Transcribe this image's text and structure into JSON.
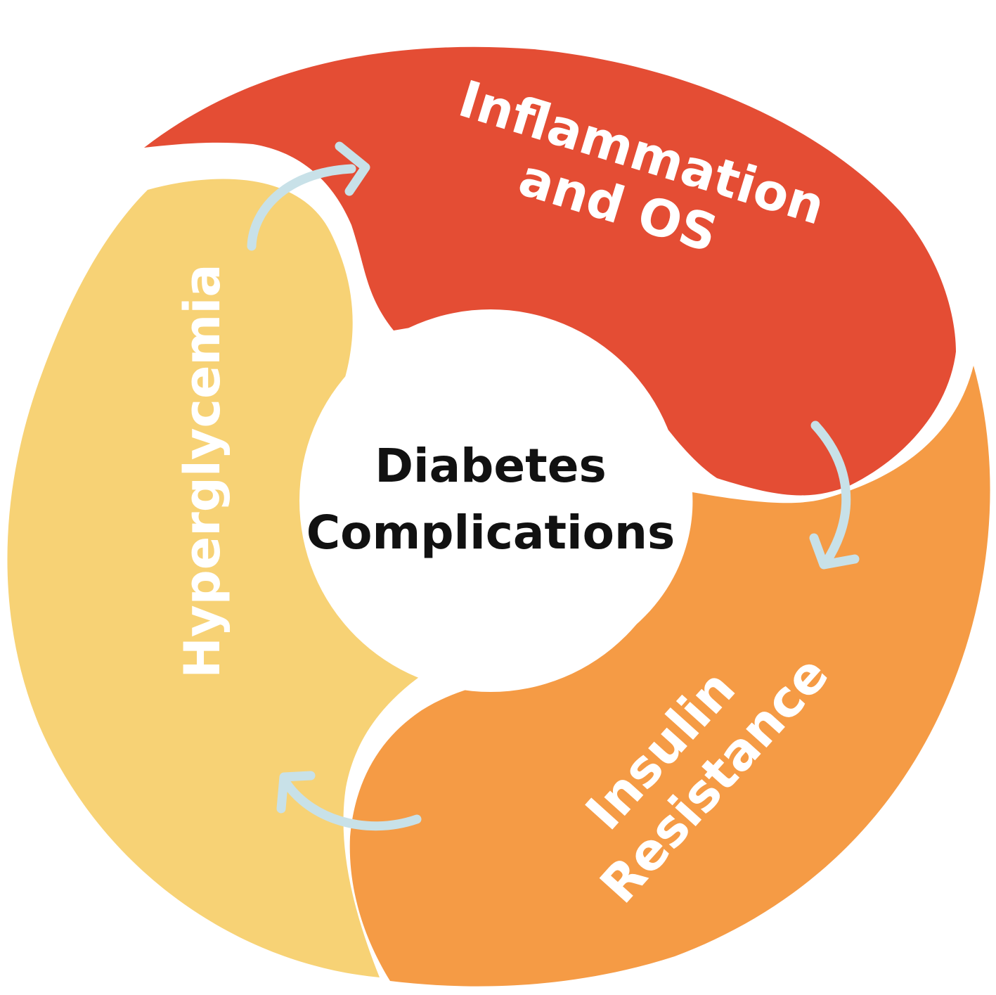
{
  "center": {
    "line1": "Diabetes",
    "line2": "Complications"
  },
  "segments": [
    {
      "id": "inflammation",
      "line1": "Inflammation",
      "line2": "and OS",
      "color": "#e44d34"
    },
    {
      "id": "insulin",
      "line1": "Insulin",
      "line2": "Resistance",
      "color": "#f59b45"
    },
    {
      "id": "hyperglycemia",
      "line1": "Hyperglycemia",
      "color": "#f7d275"
    }
  ],
  "arrows": {
    "color": "#c8e1e8",
    "direction": "clockwise"
  }
}
